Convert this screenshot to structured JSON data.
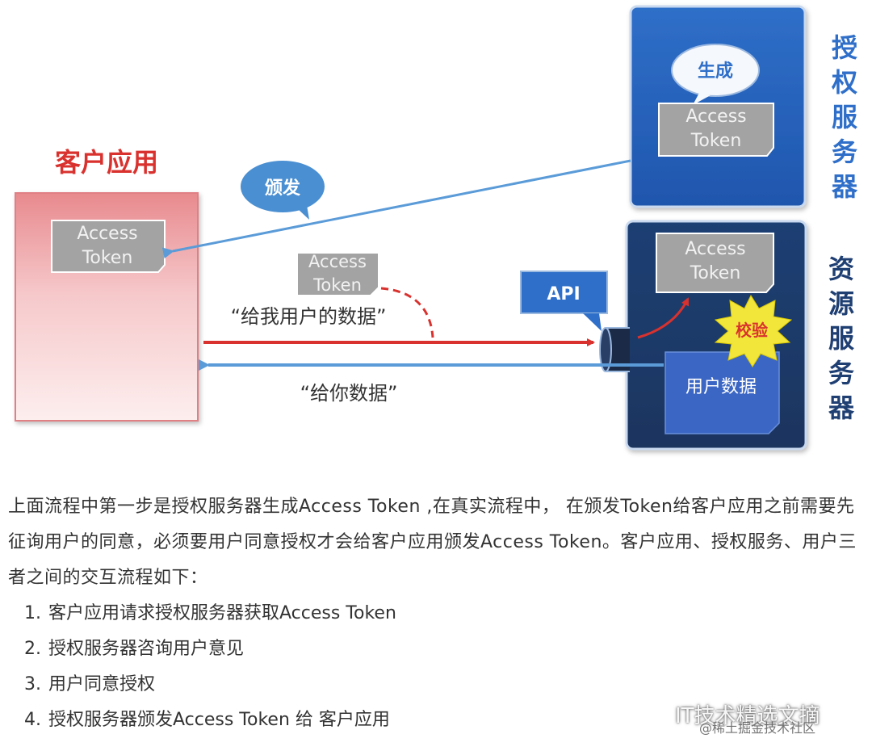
{
  "diagram": {
    "client_title": "客户应用",
    "client_token_line1": "Access",
    "client_token_line2": "Token",
    "auth_server_label": [
      "授",
      "权",
      "服",
      "务",
      "器"
    ],
    "auth_bubble": "生成",
    "auth_token_line1": "Access",
    "auth_token_line2": "Token",
    "issue_bubble": "颁发",
    "resource_server_label": [
      "资",
      "源",
      "服",
      "务",
      "器"
    ],
    "resource_token_line1": "Access",
    "resource_token_line2": "Token",
    "verify_badge": "校验",
    "user_data": "用户数据",
    "api_label": "API",
    "request_token_line1": "Access",
    "request_token_line2": "Token",
    "request_caption": "“给我用户的数据”",
    "response_caption": "“给你数据”"
  },
  "article": {
    "paragraph": "上面流程中第一步是授权服务器生成Access Token ,在真实流程中， 在颁发Token给客户应用之前需要先征询用户的同意，必须要用户同意授权才会给客户应用颁发Access Token。客户应用、授权服务、用户三者之间的交互流程如下：",
    "steps": [
      {
        "num": "1.",
        "text": "客户应用请求授权服务器获取Access Token"
      },
      {
        "num": "2.",
        "text": "授权服务器咨询用户意见"
      },
      {
        "num": "3.",
        "text": "用户同意授权"
      },
      {
        "num": "4.",
        "text": "授权服务器颁发Access Token 给 客户应用"
      }
    ]
  },
  "watermark": {
    "main": "IT技术精选文摘",
    "sub": "@稀土掘金技术社区"
  }
}
